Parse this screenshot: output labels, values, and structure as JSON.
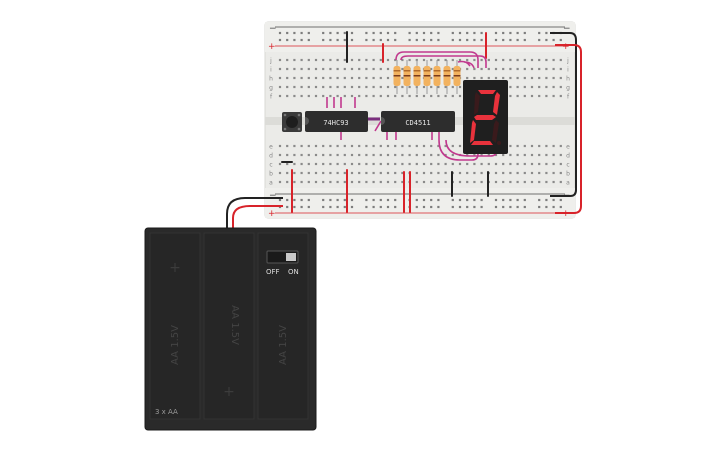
{
  "chips": [
    {
      "label": "74HC93"
    },
    {
      "label": "CD4511"
    }
  ],
  "display": {
    "digit": "2",
    "segments_on": [
      "a",
      "b",
      "g",
      "e",
      "d"
    ],
    "color_on": "#e8323c"
  },
  "battery": {
    "count_label": "3 x AA",
    "cells": [
      {
        "label": "AA 1.5V"
      },
      {
        "label": "AA 1.5V"
      },
      {
        "label": "AA 1.5V"
      }
    ],
    "switch": {
      "off_label": "OFF",
      "on_label": "ON",
      "state": "ON"
    }
  },
  "breadboard": {
    "row_letters_top": [
      "j",
      "i",
      "h",
      "g",
      "f"
    ],
    "row_letters_bottom": [
      "e",
      "d",
      "c",
      "b",
      "a"
    ],
    "rail_plus": "+",
    "rail_minus": "−"
  },
  "colors": {
    "board": "#e9e9e6",
    "rail_red": "#d8232a",
    "wire_black": "#222222",
    "wire_purple": "#c1398e",
    "chip": "#2d2d2d",
    "resistor": "#f2b25f",
    "battery": "#2a2a2a"
  }
}
